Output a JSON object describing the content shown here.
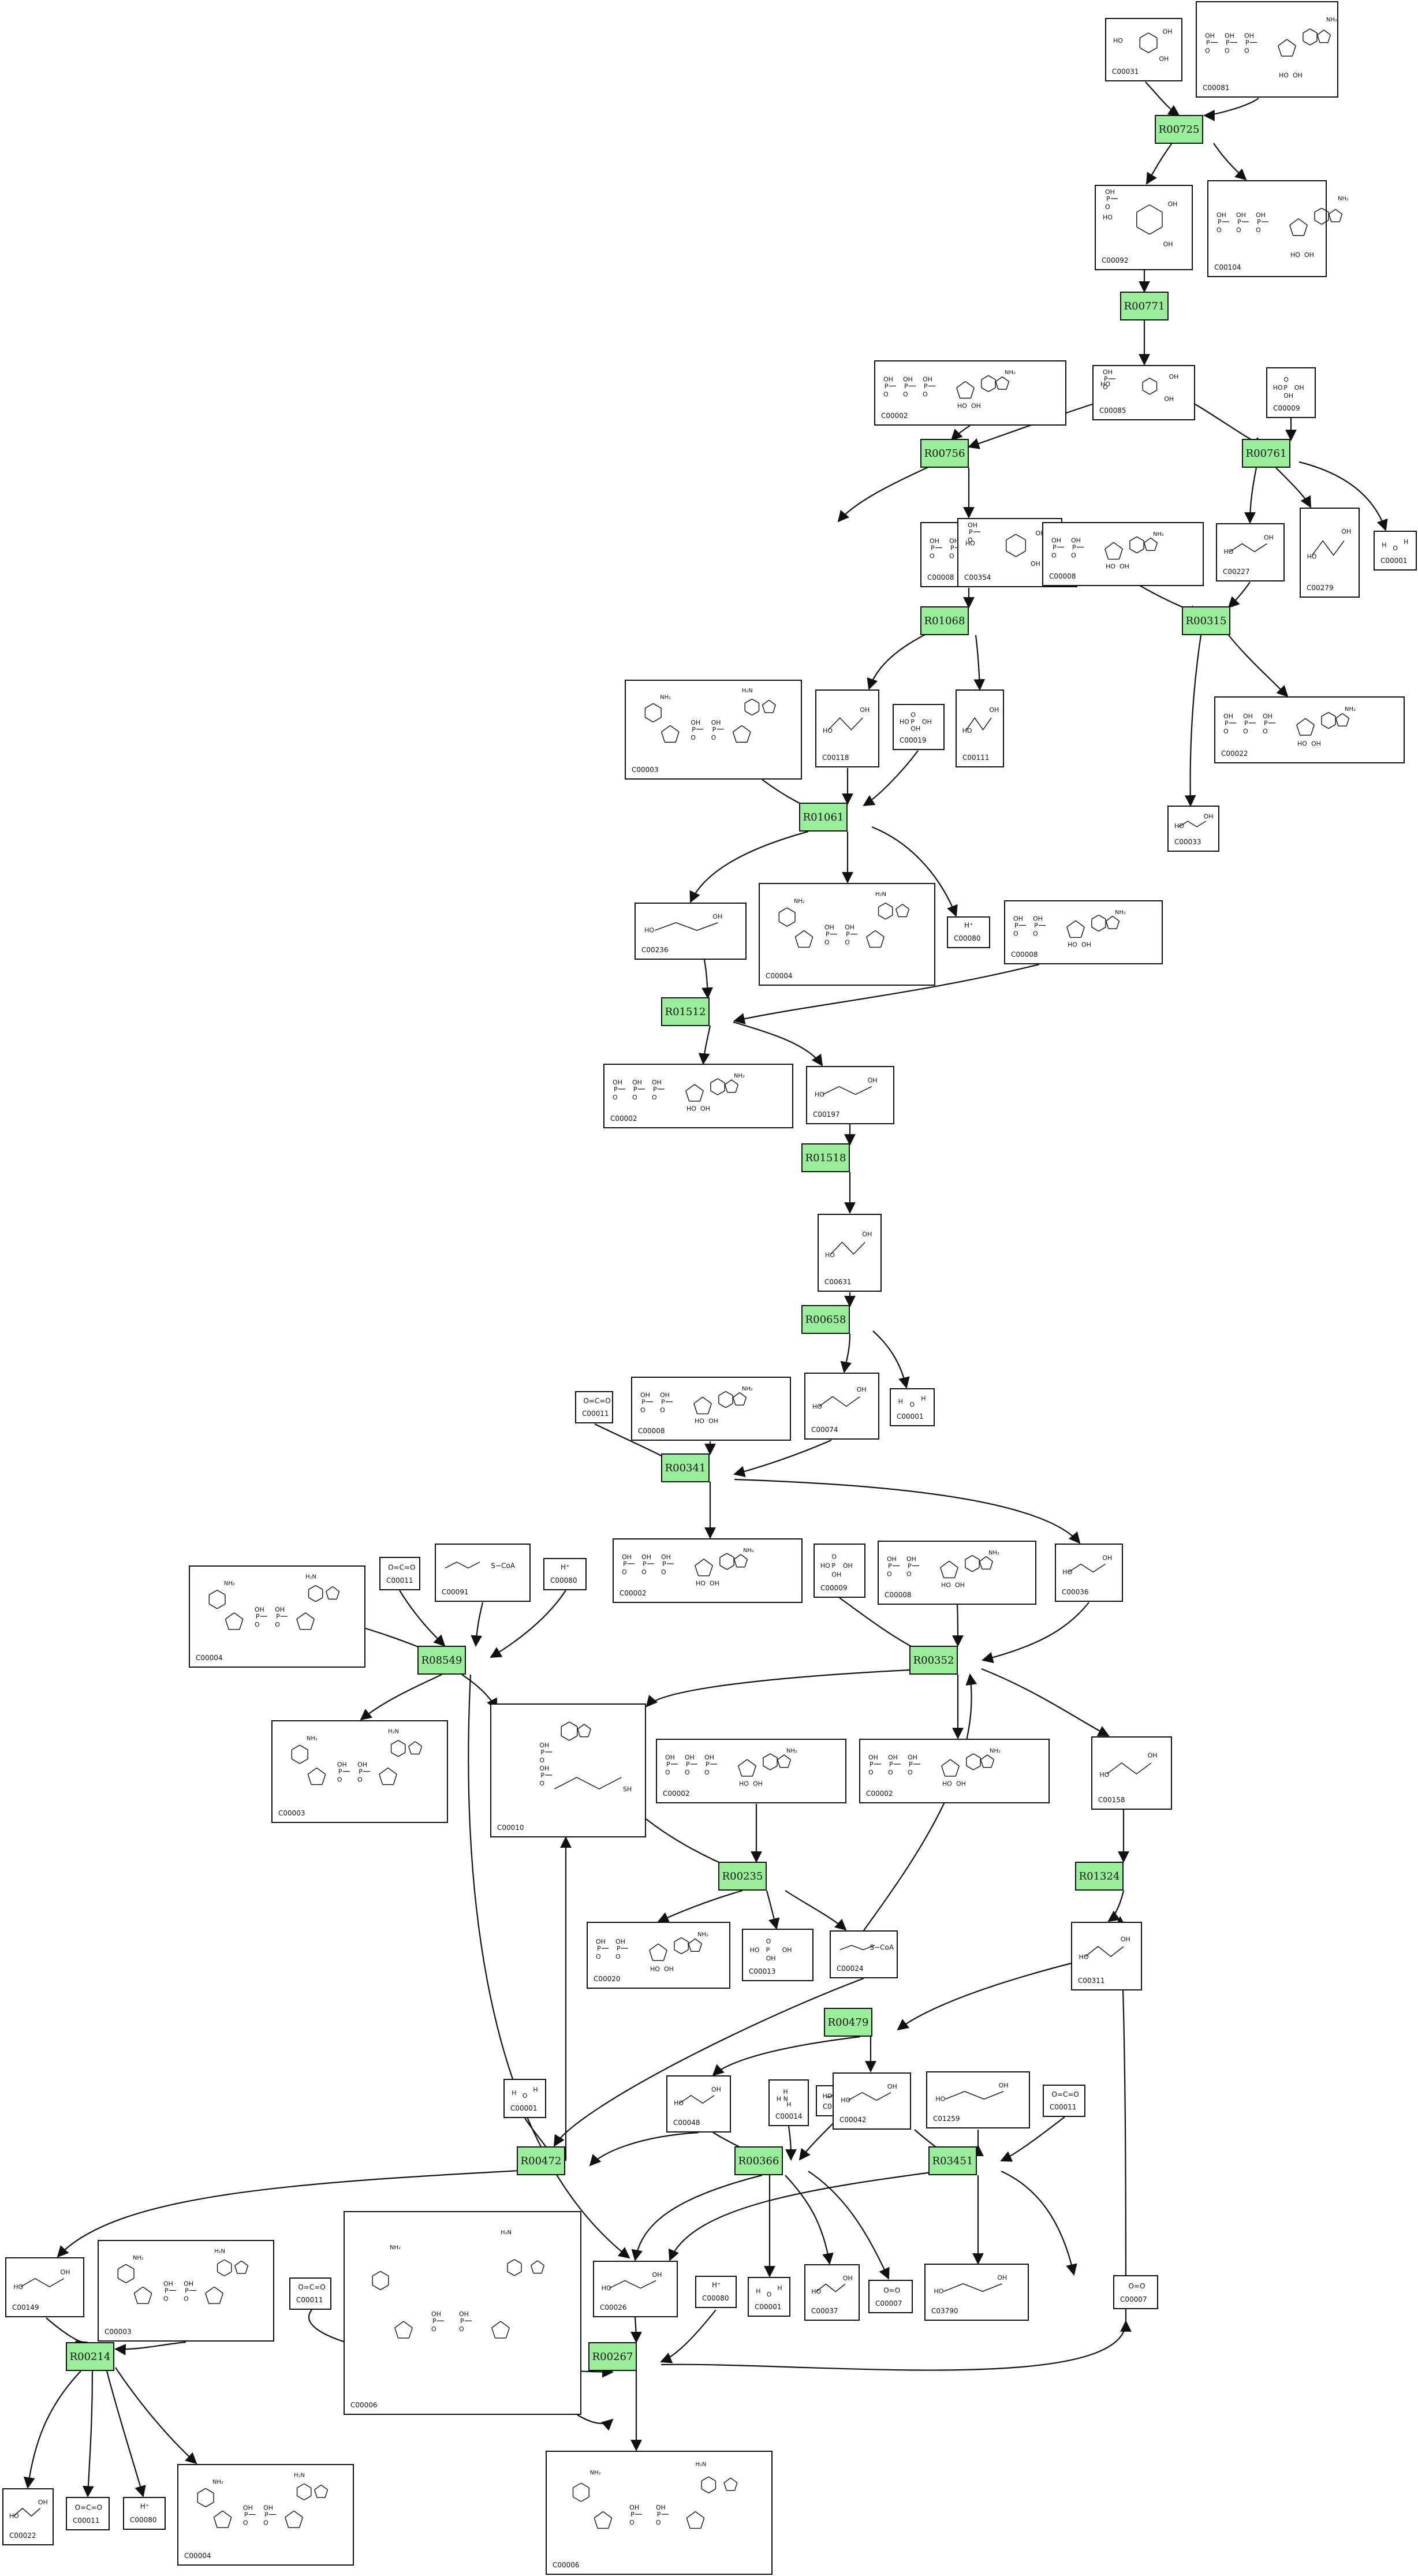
{
  "reactions": [
    "R00725",
    "R00771",
    "R00756",
    "R00761",
    "R01068",
    "R00315",
    "R01061",
    "R01512",
    "R01518",
    "R00658",
    "R00341",
    "R08549",
    "R00352",
    "R00235",
    "R01324",
    "R00479",
    "R00472",
    "R00366",
    "R03451",
    "R00214",
    "R00267"
  ],
  "compounds": [
    "C00031",
    "C00081",
    "C00092",
    "C00104",
    "C00002",
    "C00085",
    "C00009",
    "C00008",
    "C00354",
    "C00008",
    "C00227",
    "C00279",
    "C00001",
    "C00003",
    "C00118",
    "C00019",
    "C00111",
    "C00022",
    "C00033",
    "C00236",
    "C00004",
    "C00080",
    "C00008",
    "C00002",
    "C00197",
    "C00631",
    "C00011",
    "C00008",
    "C00074",
    "C00001",
    "C00004",
    "C00011",
    "C00091",
    "C00080",
    "C00002",
    "C00009",
    "C00008",
    "C00036",
    "C00003",
    "C00010",
    "C00002",
    "C00002",
    "C00158",
    "C00020",
    "C00013",
    "C00024",
    "C00311",
    "C00001",
    "C00048",
    "C00014",
    "C00027",
    "C00042",
    "C01259",
    "C00011",
    "C00149",
    "C00003",
    "C00011",
    "C00006",
    "C00026",
    "C00080",
    "C00001",
    "C00037",
    "C00007",
    "C03790",
    "C00007",
    "C00022",
    "C00011",
    "C00080",
    "C00004",
    "C00006"
  ],
  "labels": {
    "coa": "S−CoA",
    "proton": "H⁺",
    "nh2": "NH₂",
    "o2": "O=O",
    "co2": "O=C=O"
  }
}
